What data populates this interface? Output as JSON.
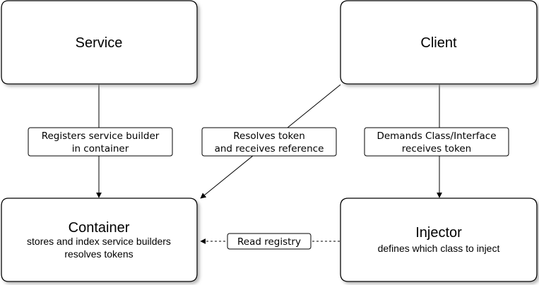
{
  "nodes": {
    "service": {
      "title": "Service"
    },
    "client": {
      "title": "Client"
    },
    "container": {
      "title": "Container",
      "line1": "stores and index service builders",
      "line2": "resolves tokens"
    },
    "injector": {
      "title": "Injector",
      "line1": "defines which class to inject"
    }
  },
  "edges": {
    "service_to_container": {
      "line1": "Registers service builder",
      "line2": "in container"
    },
    "client_to_container": {
      "line1": "Resolves token",
      "line2": "and receives reference"
    },
    "client_to_injector": {
      "line1": "Demands Class/Interface",
      "line2": "receives token"
    },
    "injector_to_container": {
      "line1": "Read registry"
    }
  },
  "colors": {
    "stroke": "#000000",
    "fill": "#ffffff",
    "shadow": "#b3b3b3"
  }
}
